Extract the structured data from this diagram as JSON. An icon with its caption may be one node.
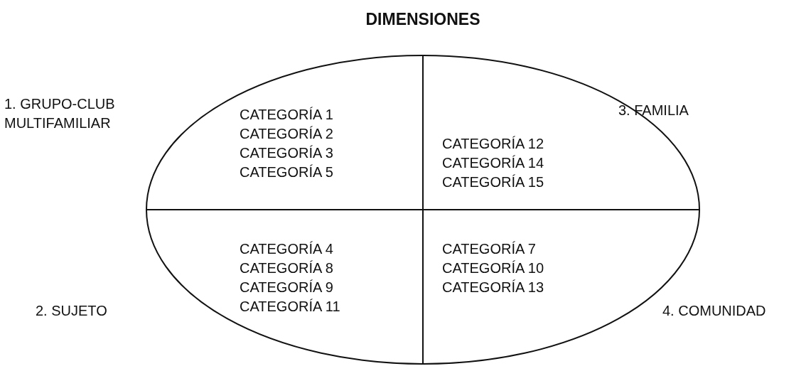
{
  "diagram": {
    "title": "DIMENSIONES",
    "nodes": [
      {
        "text": [
          "CATEGORÍA 1 CATEGORÍA 2 CATEGORÍA 3 CATEGORÍA 5",
          "CATEGORÍA 12 CATEGORÍA 14 CATEGORÍA 15",
          "CATEGORÍA 4 CATEGORÍA 8 CATEGORÍA 9 CATEGORÍA 11",
          "CATEGORÍA 7 CATEGORÍA 10 CATEGORÍA 13"
        ]
      }
    ],
    "labels": [
      "1. GRUPO-CLUB MULTIFAMILIAR",
      "3. FAMILIA",
      "2. SUJETO",
      "4. COMUNIDAD"
    ]
  }
}
